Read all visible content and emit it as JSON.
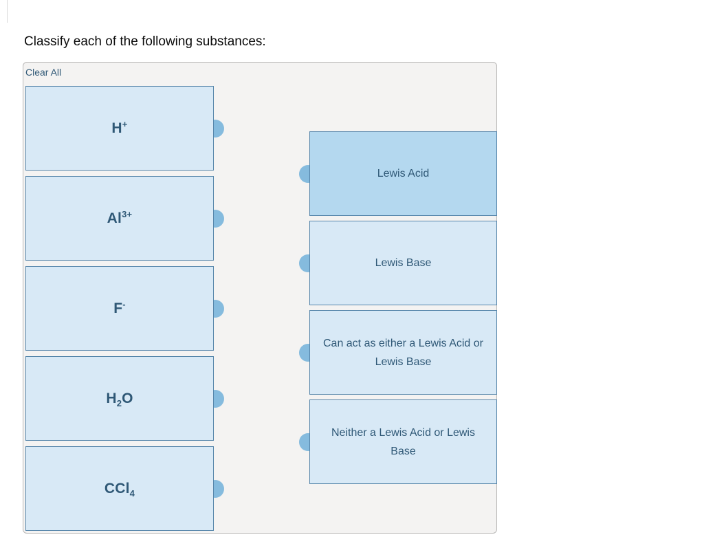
{
  "page": {
    "title": "Classify each of the following substances:"
  },
  "panel": {
    "clear_all_label": "Clear All"
  },
  "items": [
    {
      "id": "h-plus",
      "text": "H+",
      "formula": [
        {
          "text": "H"
        },
        {
          "text": "+",
          "script": "sup"
        }
      ]
    },
    {
      "id": "al-3-plus",
      "text": "Al3+",
      "formula": [
        {
          "text": "Al"
        },
        {
          "text": "3+",
          "script": "sup"
        }
      ]
    },
    {
      "id": "f-minus",
      "text": "F-",
      "formula": [
        {
          "text": "F"
        },
        {
          "text": "-",
          "script": "sup"
        }
      ]
    },
    {
      "id": "h2o",
      "text": "H2O",
      "formula": [
        {
          "text": "H"
        },
        {
          "text": "2",
          "script": "sub"
        },
        {
          "text": "O"
        }
      ]
    },
    {
      "id": "ccl4",
      "text": "CCl4",
      "formula": [
        {
          "text": "CCl"
        },
        {
          "text": "4",
          "script": "sub"
        }
      ]
    }
  ],
  "targets": [
    {
      "id": "lewis-acid",
      "label": "Lewis Acid",
      "highlighted": true
    },
    {
      "id": "lewis-base",
      "label": "Lewis Base",
      "highlighted": false
    },
    {
      "id": "either-lewis-acid-or-base",
      "label": "Can act as either a Lewis Acid or Lewis Base",
      "highlighted": false
    },
    {
      "id": "neither-lewis-acid-nor-base",
      "label": "Neither a Lewis Acid or Lewis Base",
      "highlighted": false
    }
  ],
  "colors": {
    "panel-fill": "#f4f3f2",
    "panel-border": "#b9b8b7",
    "item-fill": "#d8e9f6",
    "item-border": "#5585aa",
    "label-text": "#2f5876",
    "target-highlight-fill": "#b4d8ef",
    "knob": "#85bbde",
    "clear-all-text": "#2f5876"
  }
}
